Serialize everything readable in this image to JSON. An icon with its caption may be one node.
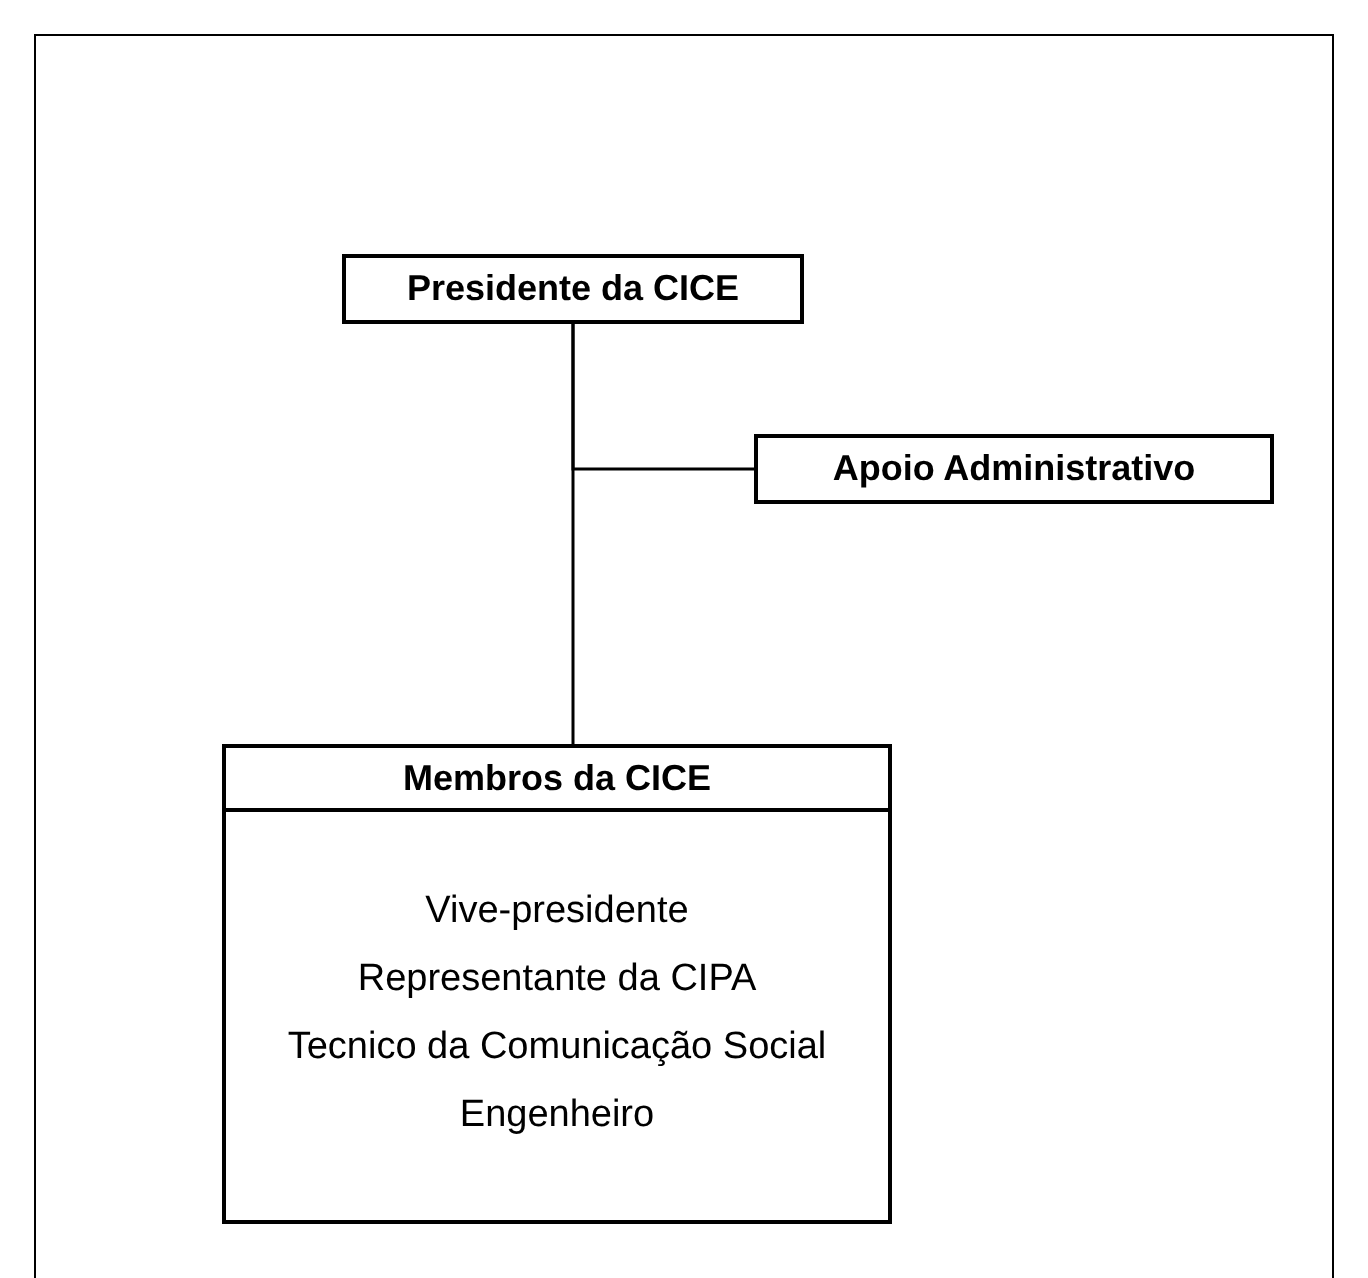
{
  "diagram": {
    "nodes": [
      {
        "text": [
          "Presidente da CICE"
        ]
      },
      {
        "text": [
          "Apoio Administrativo"
        ]
      },
      {
        "text": [
          "Membros da CICE",
          "Vive-presidente",
          "Representante da CIPA",
          "Tecnico da Comunicação Social",
          "Engenheiro"
        ]
      }
    ],
    "edges": [
      {
        "from": 0,
        "to": 1,
        "arrow": "none"
      },
      {
        "from": 0,
        "to": 2,
        "arrow": "none"
      }
    ]
  }
}
